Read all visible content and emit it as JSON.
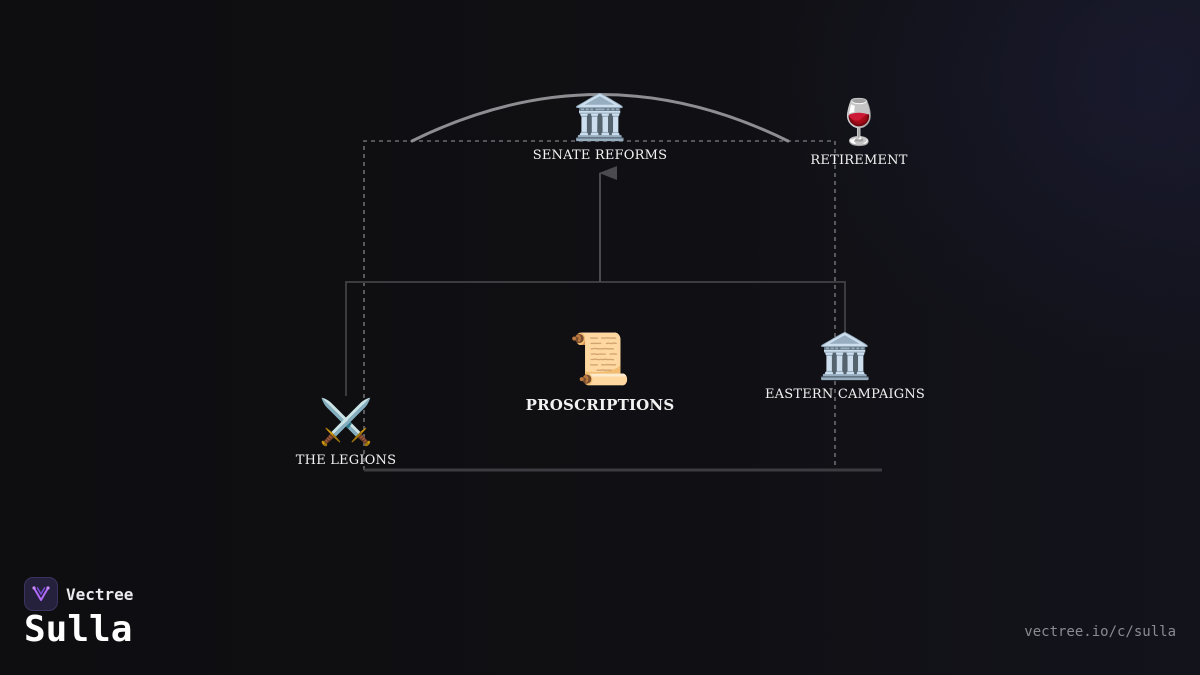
{
  "diagram": {
    "nodes": [
      {
        "id": "senate",
        "icon": "classical-building-icon",
        "glyph": "🏛️",
        "label": "SENATE REFORMS"
      },
      {
        "id": "retirement",
        "icon": "wine-glass-icon",
        "glyph": "🍷",
        "label": "RETIREMENT"
      },
      {
        "id": "proscriptions",
        "icon": "scroll-icon",
        "glyph": "📜",
        "label": "PROSCRIPTIONS"
      },
      {
        "id": "eastern",
        "icon": "classical-building-icon",
        "glyph": "🏛️",
        "label": "EASTERN CAMPAIGNS"
      },
      {
        "id": "legions",
        "icon": "crossed-swords-icon",
        "glyph": "⚔️",
        "label": "THE LEGIONS"
      }
    ],
    "colors": {
      "background": "#0f0f12",
      "arc": "#8d8d92",
      "connector": "#3c3c40",
      "dashed": "#6a6a70",
      "label": "#f2f2f2"
    }
  },
  "brand": {
    "name": "Vectree",
    "logo_icon": "vectree-logo-icon",
    "logo_color": "#b36bff"
  },
  "page": {
    "title": "Sulla",
    "url": "vectree.io/c/sulla"
  }
}
